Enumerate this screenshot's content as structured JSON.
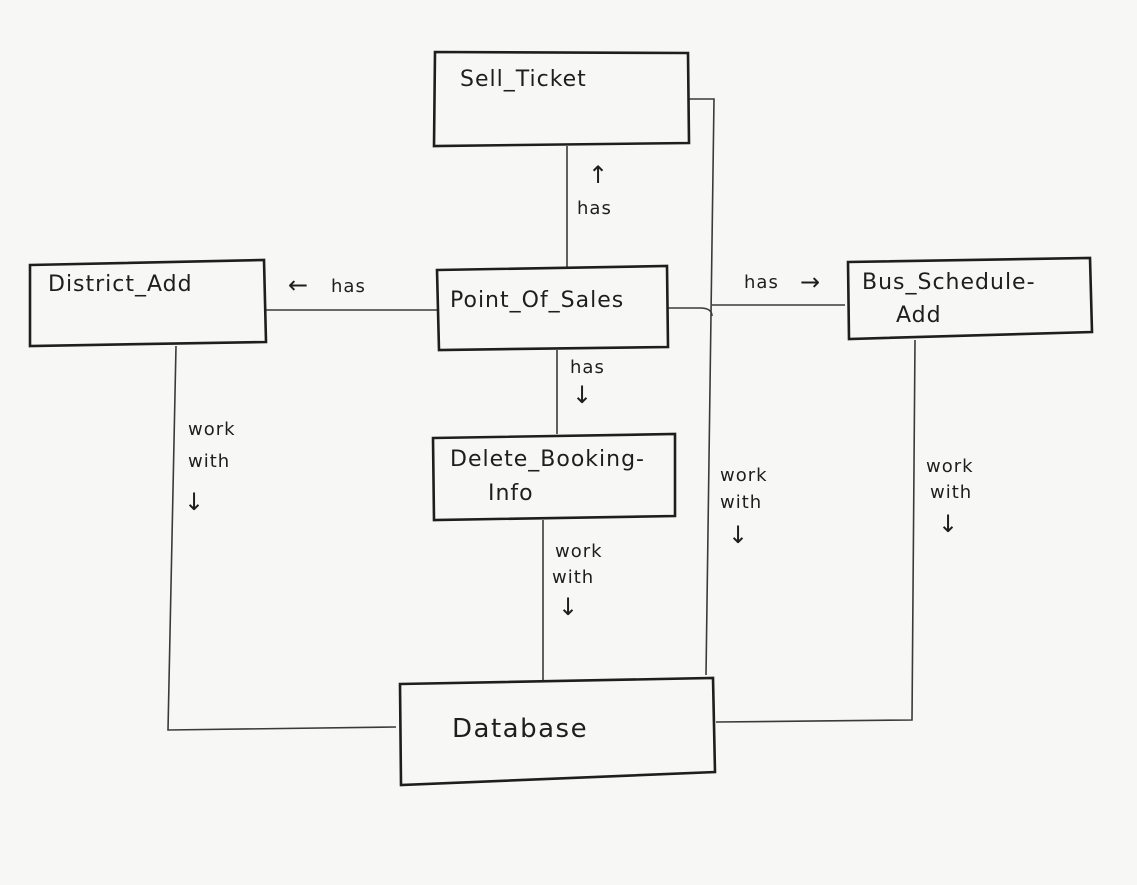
{
  "nodes": {
    "sell_ticket": "Sell_Ticket",
    "district_add": "District_Add",
    "point_of_sales": "Point_Of_Sales",
    "bus_schedule_add_line1": "Bus_Schedule-",
    "bus_schedule_add_line2": "Add",
    "delete_booking_line1": "Delete_Booking-",
    "delete_booking_line2": "Info",
    "database": "Database"
  },
  "edges": {
    "pos_to_sell_ticket": {
      "label": "has",
      "arrow": "↑"
    },
    "pos_to_district": {
      "label": "has",
      "arrow": "←"
    },
    "pos_to_bus_schedule": {
      "label": "has",
      "arrow": "→"
    },
    "pos_to_delete_booking": {
      "label": "has",
      "arrow": "↓"
    },
    "district_to_database": {
      "line1": "work",
      "line2": "with",
      "arrow": "↓"
    },
    "delete_booking_to_database": {
      "line1": "work",
      "line2": "with",
      "arrow": "↓"
    },
    "sell_ticket_to_database": {
      "line1": "work",
      "line2": "with",
      "arrow": "↓"
    },
    "bus_schedule_to_database": {
      "line1": "work",
      "line2": "with",
      "arrow": "↓"
    }
  }
}
